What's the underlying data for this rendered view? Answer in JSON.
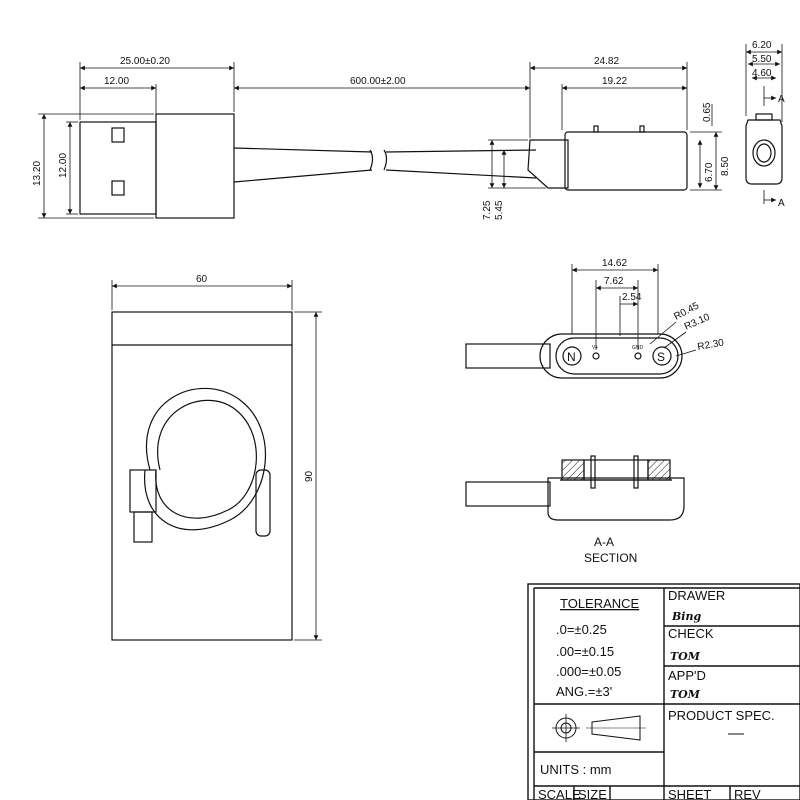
{
  "top_view": {
    "dims": {
      "usb_length": "25.00±0.20",
      "usb_plug": "12.00",
      "cable_length": "600.00±2.00",
      "head_length": "24.82",
      "head_inner": "19.22",
      "pin_height": "0.65",
      "plug_height": "13.20",
      "plug_inner_height": "12.00",
      "head_7_25": "7.25",
      "head_5_45": "5.45",
      "head_6_70": "6.70",
      "head_8_50": "8.50"
    }
  },
  "side_view": {
    "dims": {
      "w_total": "6.20",
      "w_mid": "5.50",
      "w_inner": "4.60"
    },
    "section_marker": "A"
  },
  "package_view": {
    "dims": {
      "width": "60",
      "height": "90"
    }
  },
  "face_view": {
    "dims": {
      "span": "14.62",
      "mid": "7.62",
      "pitch": "2.54",
      "r_small": "R0.45",
      "r_mid": "R3.10",
      "r_large": "R2.30"
    },
    "pole_n": "N",
    "pole_s": "S",
    "pin_vplus": "V+",
    "pin_gnd": "GND"
  },
  "section_view": {
    "title": "A-A",
    "subtitle": "SECTION"
  },
  "title_block": {
    "tolerance_header": "TOLERANCE",
    "tolerances": [
      ".0=±0.25",
      ".00=±0.15",
      ".000=±0.05",
      "ANG.=±3'"
    ],
    "units": "UNITS : mm",
    "drawer_label": "DRAWER",
    "drawer_sig": "Bing",
    "check_label": "CHECK",
    "check_sig": "TOM",
    "appd_label": "APP'D",
    "appd_sig": "TOM",
    "product_spec": "PRODUCT SPEC.",
    "bottom_labels": [
      "SCALE",
      "SIZE",
      "SHEET",
      "REV"
    ]
  }
}
